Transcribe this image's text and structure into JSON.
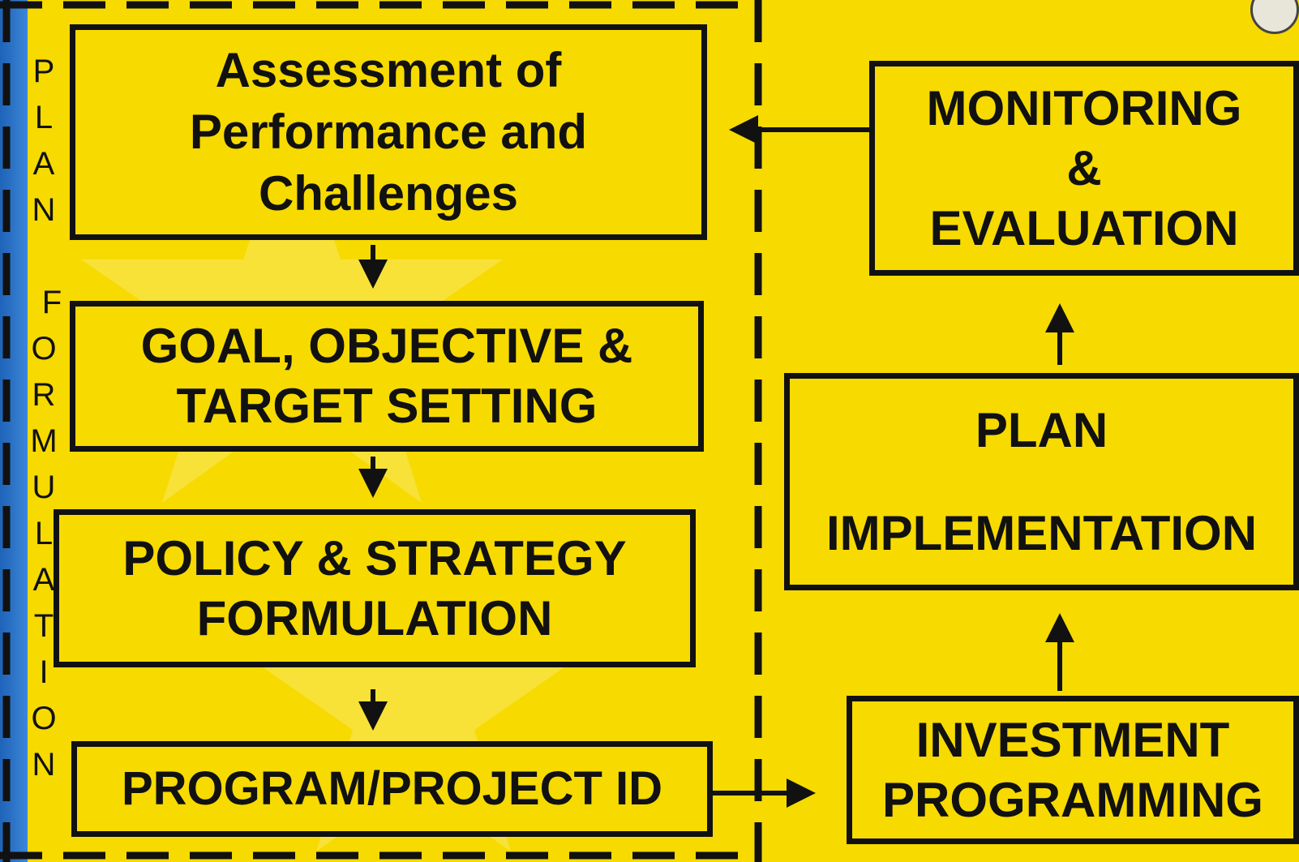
{
  "diagram": {
    "side_label_top": [
      "P",
      "L",
      "A",
      "N"
    ],
    "side_label_bottom": [
      "F",
      "O",
      "R",
      "M",
      "U",
      "L",
      "A",
      "T",
      "I",
      "O",
      "N"
    ],
    "boxes": {
      "assessment": {
        "lines": [
          "Assessment of",
          "Performance and",
          "Challenges"
        ]
      },
      "goal": {
        "lines": [
          "GOAL, OBJECTIVE &",
          "TARGET SETTING"
        ]
      },
      "policy": {
        "lines": [
          "POLICY & STRATEGY",
          "FORMULATION"
        ]
      },
      "program": {
        "lines": [
          "PROGRAM/PROJECT ID"
        ]
      },
      "monitoring": {
        "lines": [
          "MONITORING",
          "&",
          "EVALUATION"
        ]
      },
      "implementation": {
        "lines": [
          "PLAN",
          "IMPLEMENTATION"
        ]
      },
      "investment": {
        "lines": [
          "INVESTMENT",
          "PROGRAMMING"
        ]
      }
    },
    "colors": {
      "background": "#f7da00",
      "ink": "#111111",
      "strip": "#2f7ad0"
    }
  }
}
